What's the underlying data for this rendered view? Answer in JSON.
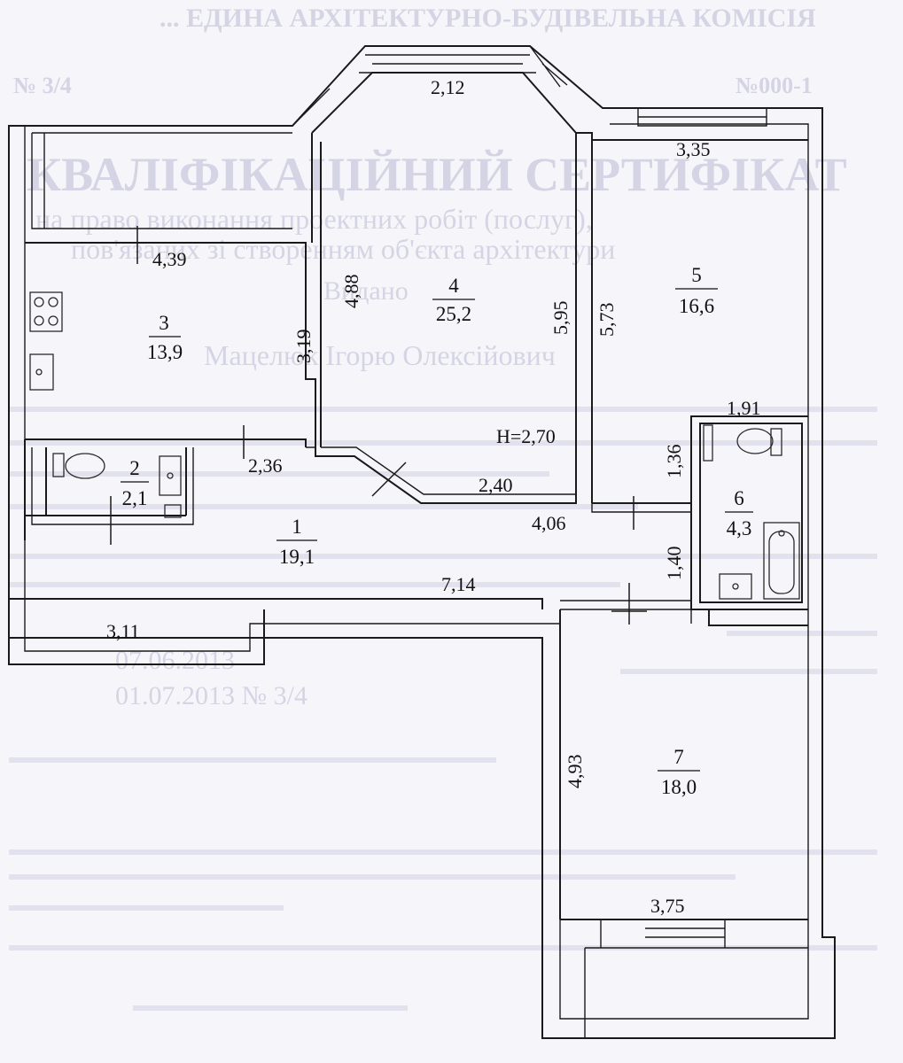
{
  "background_text": {
    "top_line": "... ЕДИНА АРХІТЕКТУРНО-БУДІВЕЛЬНА КОМІСІЯ",
    "no_left": "№ 3/4",
    "no_right": "№000-1",
    "certificate_title": "КВАЛІФІКАЦІЙНИЙ СЕРТИФІКАТ",
    "certificate_sub1": "на право виконання проектних робіт (послуг),",
    "certificate_sub2": "пов'язаних зі створенням об'єкта архітектури",
    "certificate_sub3": "Видано",
    "certificate_name": "Мацелюк Ігорю Олексійович",
    "dates": [
      "07.06.2013",
      "01.07.2013 № 3/4"
    ]
  },
  "plan": {
    "ceiling_height": "H=2,70",
    "rooms": [
      {
        "number": "1",
        "area": "19,1"
      },
      {
        "number": "2",
        "area": "2,1"
      },
      {
        "number": "3",
        "area": "13,9"
      },
      {
        "number": "4",
        "area": "25,2"
      },
      {
        "number": "5",
        "area": "16,6"
      },
      {
        "number": "6",
        "area": "4,3"
      },
      {
        "number": "7",
        "area": "18,0"
      }
    ],
    "dimensions": {
      "bay_window": "2,12",
      "room5_width": "3,35",
      "kitchen_width": "4,39",
      "room4_side": "4,88",
      "kitchen_depth": "3,19",
      "room4_right": "5,95",
      "room5_left": "5,73",
      "bath_width": "1,91",
      "bath_depth": "1,36",
      "wc_corridor": "2,36",
      "corridor_diag": "2,40",
      "corridor_mid": "4,06",
      "bath_lower": "1,40",
      "corridor_long": "7,14",
      "hall_width": "3,11",
      "room7_depth": "4,93",
      "room7_width": "3,75"
    }
  }
}
